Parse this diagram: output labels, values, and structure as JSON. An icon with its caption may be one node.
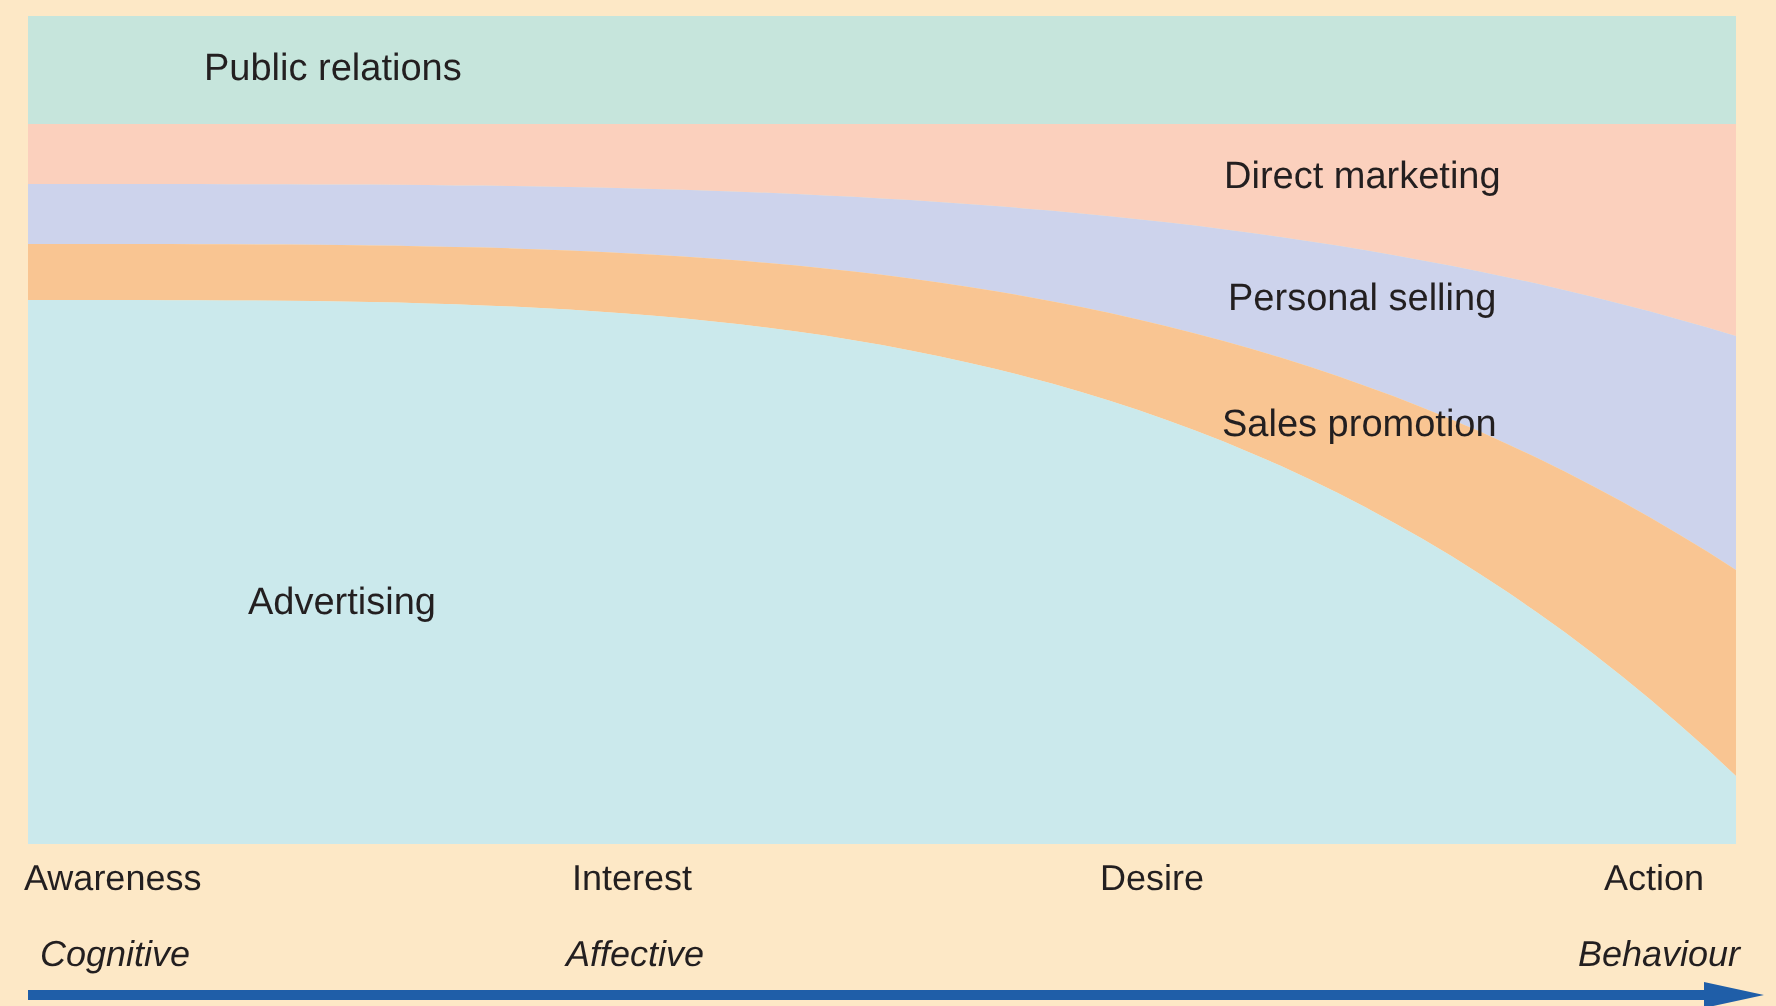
{
  "diagram": {
    "nodes": [
      {
        "text": [
          "Public relations"
        ]
      },
      {
        "text": [
          "Direct marketing"
        ]
      },
      {
        "text": [
          "Personal selling"
        ]
      },
      {
        "text": [
          "Sales promotion"
        ]
      },
      {
        "text": [
          "Advertising"
        ]
      }
    ],
    "edges": [],
    "labels": [
      "Awareness",
      "Interest",
      "Desire",
      "Action",
      "Cognitive",
      "Affective",
      "Behaviour"
    ]
  }
}
